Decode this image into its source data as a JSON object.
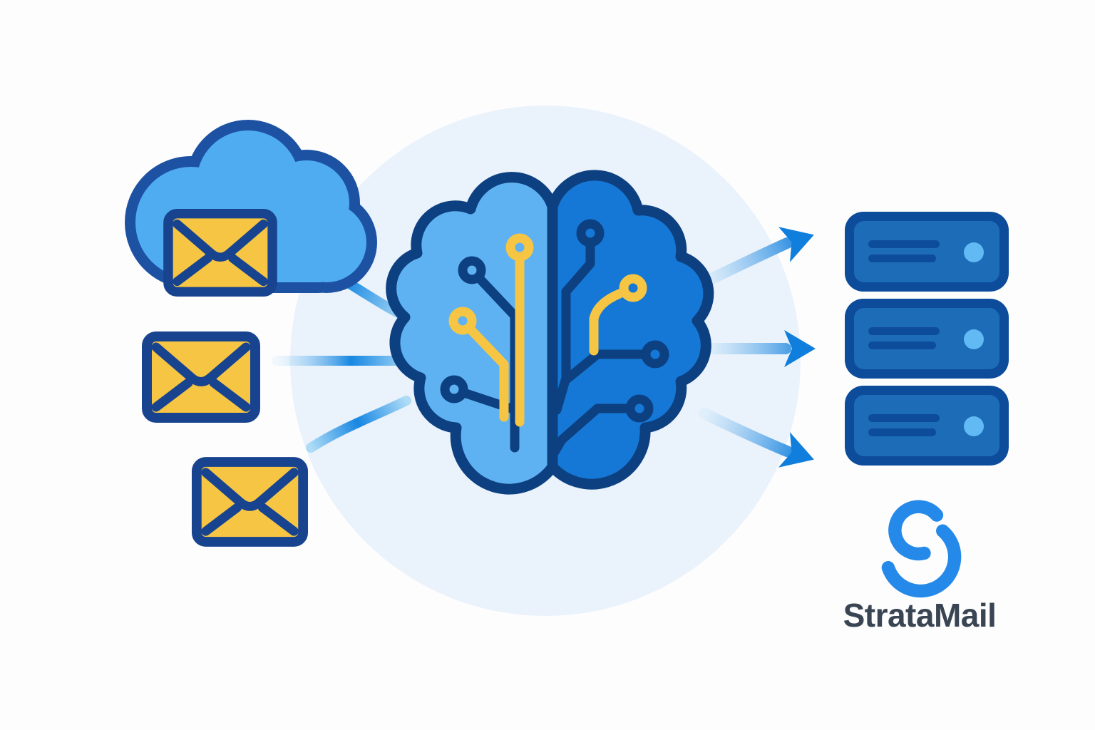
{
  "brand": {
    "name": "StrataMail"
  },
  "diagram": {
    "flow": [
      "email-sources",
      "ai-brain-processor",
      "server-stack"
    ],
    "email_sources": {
      "cloud_count": 1,
      "envelope_count": 3
    },
    "connector_line_count": 3,
    "output_arrow_count": 3,
    "server_count": 3,
    "icons": {
      "cloud": "cloud-icon",
      "envelope": "envelope-icon",
      "brain": "ai-brain-icon",
      "server": "server-icon",
      "logo": "logo-s-icon"
    }
  },
  "colors": {
    "page_bg": "#FDFDFE",
    "bg_circle": "#EAF2FB",
    "cloud_blue": "#4FACF0",
    "cloud_navy": "#1D52A3",
    "envelope_yellow": "#F6C544",
    "envelope_navy": "#18438E",
    "brain_left": "#5FB2F1",
    "brain_right": "#1678D6",
    "brain_navy": "#0D4080",
    "circuit_yellow": "#F6C543",
    "line_strong": "#1787E2",
    "line_soft": "#AEDCF7",
    "arrow_deep": "#0F7EDD",
    "arrow_soft": "#D9EDFB",
    "server_navy": "#0D4C9B",
    "server_fill": "#1D6CB8",
    "led_blue": "#62BAF4",
    "logo_blue": "#2589EA",
    "text_dark": "#3A4554"
  }
}
